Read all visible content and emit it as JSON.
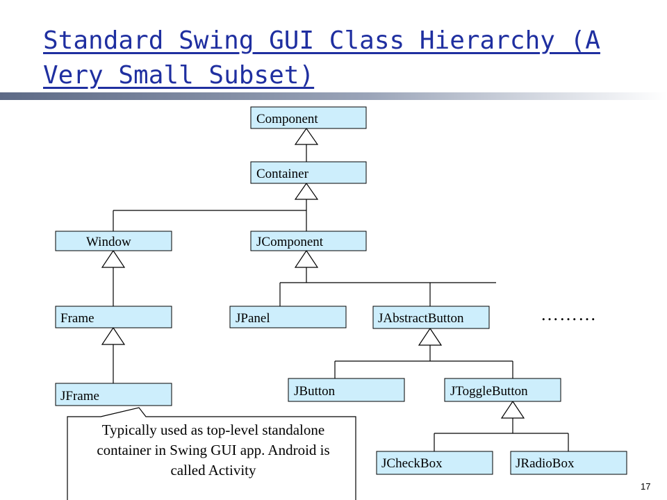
{
  "slide": {
    "title": "Standard Swing GUI Class Hierarchy (A Very Small Subset)",
    "page_number": "17",
    "ellipsis": "………",
    "callout": "Typically used as top-level standalone container in Swing GUI app. Android is called Activity"
  },
  "nodes": {
    "component": "Component",
    "container": "Container",
    "window": "Window",
    "jcomponent": "JComponent",
    "frame": "Frame",
    "jpanel": "JPanel",
    "jabstractbutton": "JAbstractButton",
    "jframe": "JFrame",
    "jbutton": "JButton",
    "jtogglebutton": "JToggleButton",
    "jcheckbox": "JCheckBox",
    "jradiobox": "JRadioBox"
  },
  "colors": {
    "title": "#1f2fa0",
    "box_fill": "#cdeefc",
    "title_bar_dark": "#5d6a86",
    "title_bar_light": "#ffffff"
  }
}
